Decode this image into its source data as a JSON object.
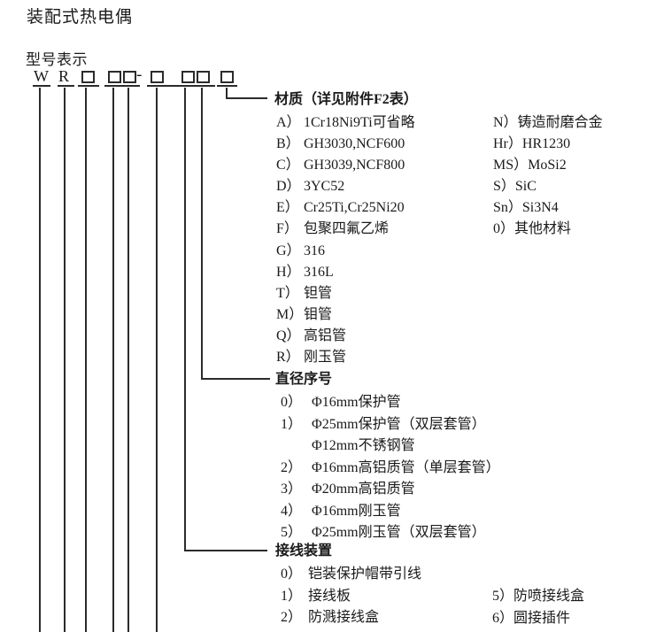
{
  "ink_color": "#1a1a1a",
  "page": {
    "title": "装配式热电偶",
    "subtitle": "型号表示"
  },
  "model_code": {
    "letters": [
      "W",
      "R"
    ],
    "separator": "-",
    "box_symbol": "□"
  },
  "sections": {
    "material": {
      "header": "材质（详见附件F2表）",
      "left_items": [
        {
          "code": "A）",
          "value": "1Cr18Ni9Ti可省略"
        },
        {
          "code": "B）",
          "value": "GH3030,NCF600"
        },
        {
          "code": "C）",
          "value": "GH3039,NCF800"
        },
        {
          "code": "D）",
          "value": "3YC52"
        },
        {
          "code": "E）",
          "value": "Cr25Ti,Cr25Ni20"
        },
        {
          "code": "F）",
          "value": "包聚四氟乙烯"
        },
        {
          "code": "G）",
          "value": "316"
        },
        {
          "code": "H）",
          "value": "316L"
        },
        {
          "code": "T）",
          "value": "钽管"
        },
        {
          "code": "M）",
          "value": "钼管"
        },
        {
          "code": "Q）",
          "value": "高铝管"
        },
        {
          "code": "R）",
          "value": "刚玉管"
        }
      ],
      "right_items": [
        {
          "code": "N）",
          "value": "铸造耐磨合金"
        },
        {
          "code": "Hr）",
          "value": "HR1230"
        },
        {
          "code": "MS）",
          "value": "MoSi2"
        },
        {
          "code": "S）",
          "value": "SiC"
        },
        {
          "code": "Sn）",
          "value": "Si3N4"
        },
        {
          "code": "0）",
          "value": "其他材料"
        }
      ]
    },
    "diameter": {
      "header": "直径序号",
      "items": [
        {
          "code": "0）",
          "value": "Φ16mm保护管"
        },
        {
          "code": "1）",
          "value": "Φ25mm保护管（双层套管）"
        },
        {
          "code": "",
          "value": "Φ12mm不锈钢管"
        },
        {
          "code": "2）",
          "value": "Φ16mm高铝质管（单层套管）"
        },
        {
          "code": "3）",
          "value": "Φ20mm高铝质管"
        },
        {
          "code": "4）",
          "value": "Φ16mm刚玉管"
        },
        {
          "code": "5）",
          "value": "Φ25mm刚玉管（双层套管）"
        }
      ]
    },
    "wiring": {
      "header": "接线装置",
      "left_items": [
        {
          "code": "0）",
          "value": "铠装保护帽带引线"
        },
        {
          "code": "1）",
          "value": "接线板"
        },
        {
          "code": "2）",
          "value": "防溅接线盒"
        }
      ],
      "right_items": [
        {
          "code": "5）",
          "value": "防喷接线盒"
        },
        {
          "code": "6）",
          "value": "圆接插件"
        }
      ]
    }
  }
}
